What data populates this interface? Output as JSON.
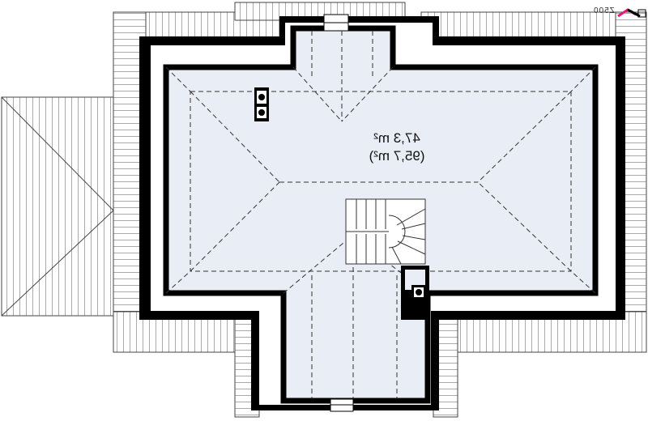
{
  "plan": {
    "area_usable": "47,3 m²",
    "area_total": "(95,7 m²)",
    "mirrored": true
  },
  "logo": {
    "text": "Z500",
    "accent": "#e6197a"
  },
  "colors": {
    "room_fill": "#e9edf5",
    "wall": "#000000",
    "roof_line": "#555555"
  }
}
